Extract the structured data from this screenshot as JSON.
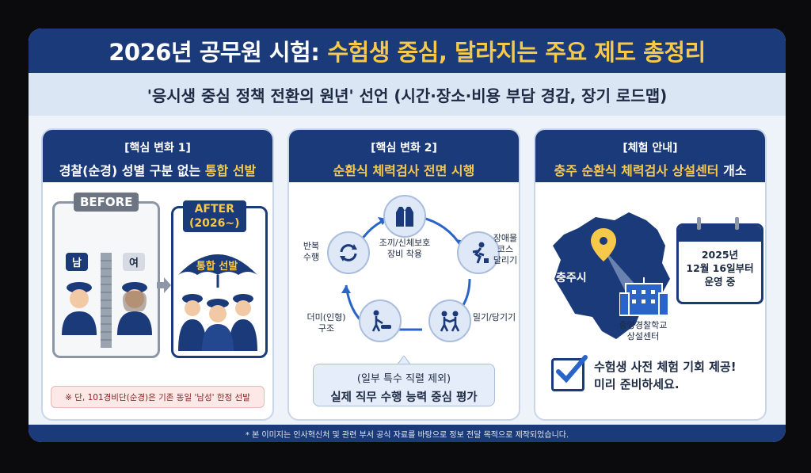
{
  "title": {
    "main": "2026년 공무원 시험:",
    "highlight": "수험생 중심, 달라지는 주요 제도 총정리"
  },
  "subtitle": "'응시생 중심 정책 전환의 원년' 선언 (시간·장소·비용 부담 경감, 장기 로드맵)",
  "panel1": {
    "head_line1": "[핵심 변화 1]",
    "head_line2_pre": "경찰(순경) 성별 구분 없는",
    "head_line2_hl": "통합 선발",
    "before_label": "BEFORE",
    "male_badge": "남",
    "female_badge": "여",
    "after_label_line1": "AFTER",
    "after_label_line2": "(2026~)",
    "umbrella_label": "통합 선발",
    "note": "※ 단, 101경비단(순경)은 기존 동일 '남성' 한정 선발"
  },
  "panel2": {
    "head_line1": "[핵심 변화 2]",
    "head_line2": "순환식 체력검사 전면 시행",
    "steps": {
      "vest": "조끼/신체보호\n장비 착용",
      "obstacle": "장애물\n코스\n달리기",
      "push": "밀기/당기기",
      "rescue": "더미(인형)\n구조",
      "repeat": "반복\n수행"
    },
    "callout_line1": "(일부 특수 직렬 제외)",
    "callout_line2": "실제 직무 수행 능력 중심 평가"
  },
  "panel3": {
    "head_line1": "[체험 안내]",
    "head_line2_hl": "충주 순환식 체력검사 상설센터",
    "head_line2_post": "개소",
    "map_label": "충주시",
    "building_label": "중앙경찰학교\n상설센터",
    "calendar_line1": "2025년",
    "calendar_line2": "12월 16일부터",
    "calendar_line3": "운영 중",
    "check_line1": "수험생 사전 체험 기회 제공!",
    "check_line2": "미리 준비하세요."
  },
  "footer": "* 본 이미지는 인사혁신처 및 관련 부서 공식 자료를 바탕으로 정보 전달 목적으로 제작되었습니다.",
  "colors": {
    "navy": "#1b3a7a",
    "gold": "#f6c94a",
    "blue": "#2a64c8"
  }
}
